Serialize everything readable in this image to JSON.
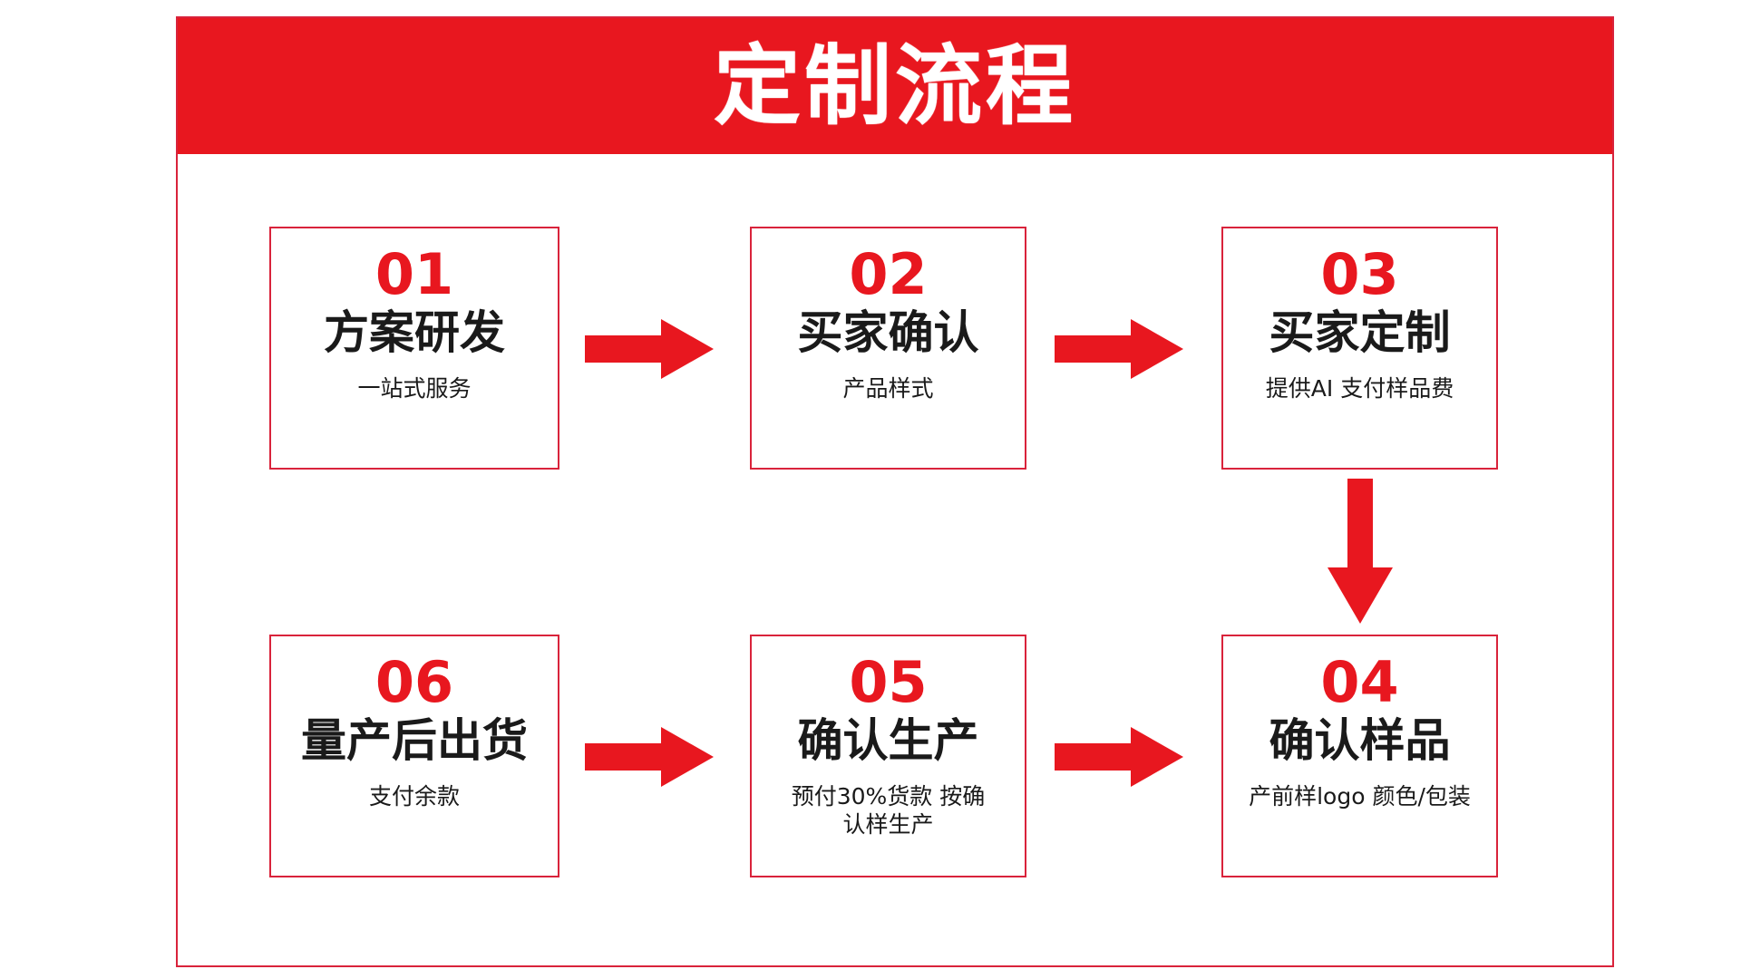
{
  "header": {
    "title": "定制流程",
    "background_color": "#e8171f",
    "text_color": "#ffffff"
  },
  "theme": {
    "accent_red": "#e8171f",
    "border_red": "#d9233b",
    "text_black": "#1a1a1a",
    "page_background": "#ffffff"
  },
  "flow": {
    "steps": [
      {
        "number": "01",
        "title": "方案研发",
        "subtitle": "一站式服务",
        "subtitle_lines": [
          "一站式服务"
        ]
      },
      {
        "number": "02",
        "title": "买家确认",
        "subtitle": "产品样式",
        "subtitle_lines": [
          "产品样式"
        ]
      },
      {
        "number": "03",
        "title": "买家定制",
        "subtitle": "提供AI 支付样品费",
        "subtitle_lines": [
          "提供AI 支付样品费"
        ]
      },
      {
        "number": "04",
        "title": "确认样品",
        "subtitle": "产前样logo 颜色/包装",
        "subtitle_lines": [
          "产前样logo 颜色/包装"
        ]
      },
      {
        "number": "05",
        "title": "确认生产",
        "subtitle": "预付30%货款 按确认样生产",
        "subtitle_lines": [
          "预付30%货款 按确",
          "认样生产"
        ]
      },
      {
        "number": "06",
        "title": "量产后出货",
        "subtitle": "支付余款",
        "subtitle_lines": [
          "支付余款"
        ]
      }
    ],
    "connectors": [
      {
        "id": "arrow-1-2",
        "from": "01",
        "to": "02",
        "direction": "right",
        "color": "#e8171f"
      },
      {
        "id": "arrow-2-3",
        "from": "02",
        "to": "03",
        "direction": "right",
        "color": "#e8171f"
      },
      {
        "id": "arrow-3-4",
        "from": "03",
        "to": "04",
        "direction": "down",
        "color": "#e8171f"
      },
      {
        "id": "arrow-5-4",
        "from": "05",
        "to": "04",
        "direction": "right",
        "color": "#e8171f"
      },
      {
        "id": "arrow-6-5",
        "from": "06",
        "to": "05",
        "direction": "right",
        "color": "#e8171f"
      }
    ]
  }
}
